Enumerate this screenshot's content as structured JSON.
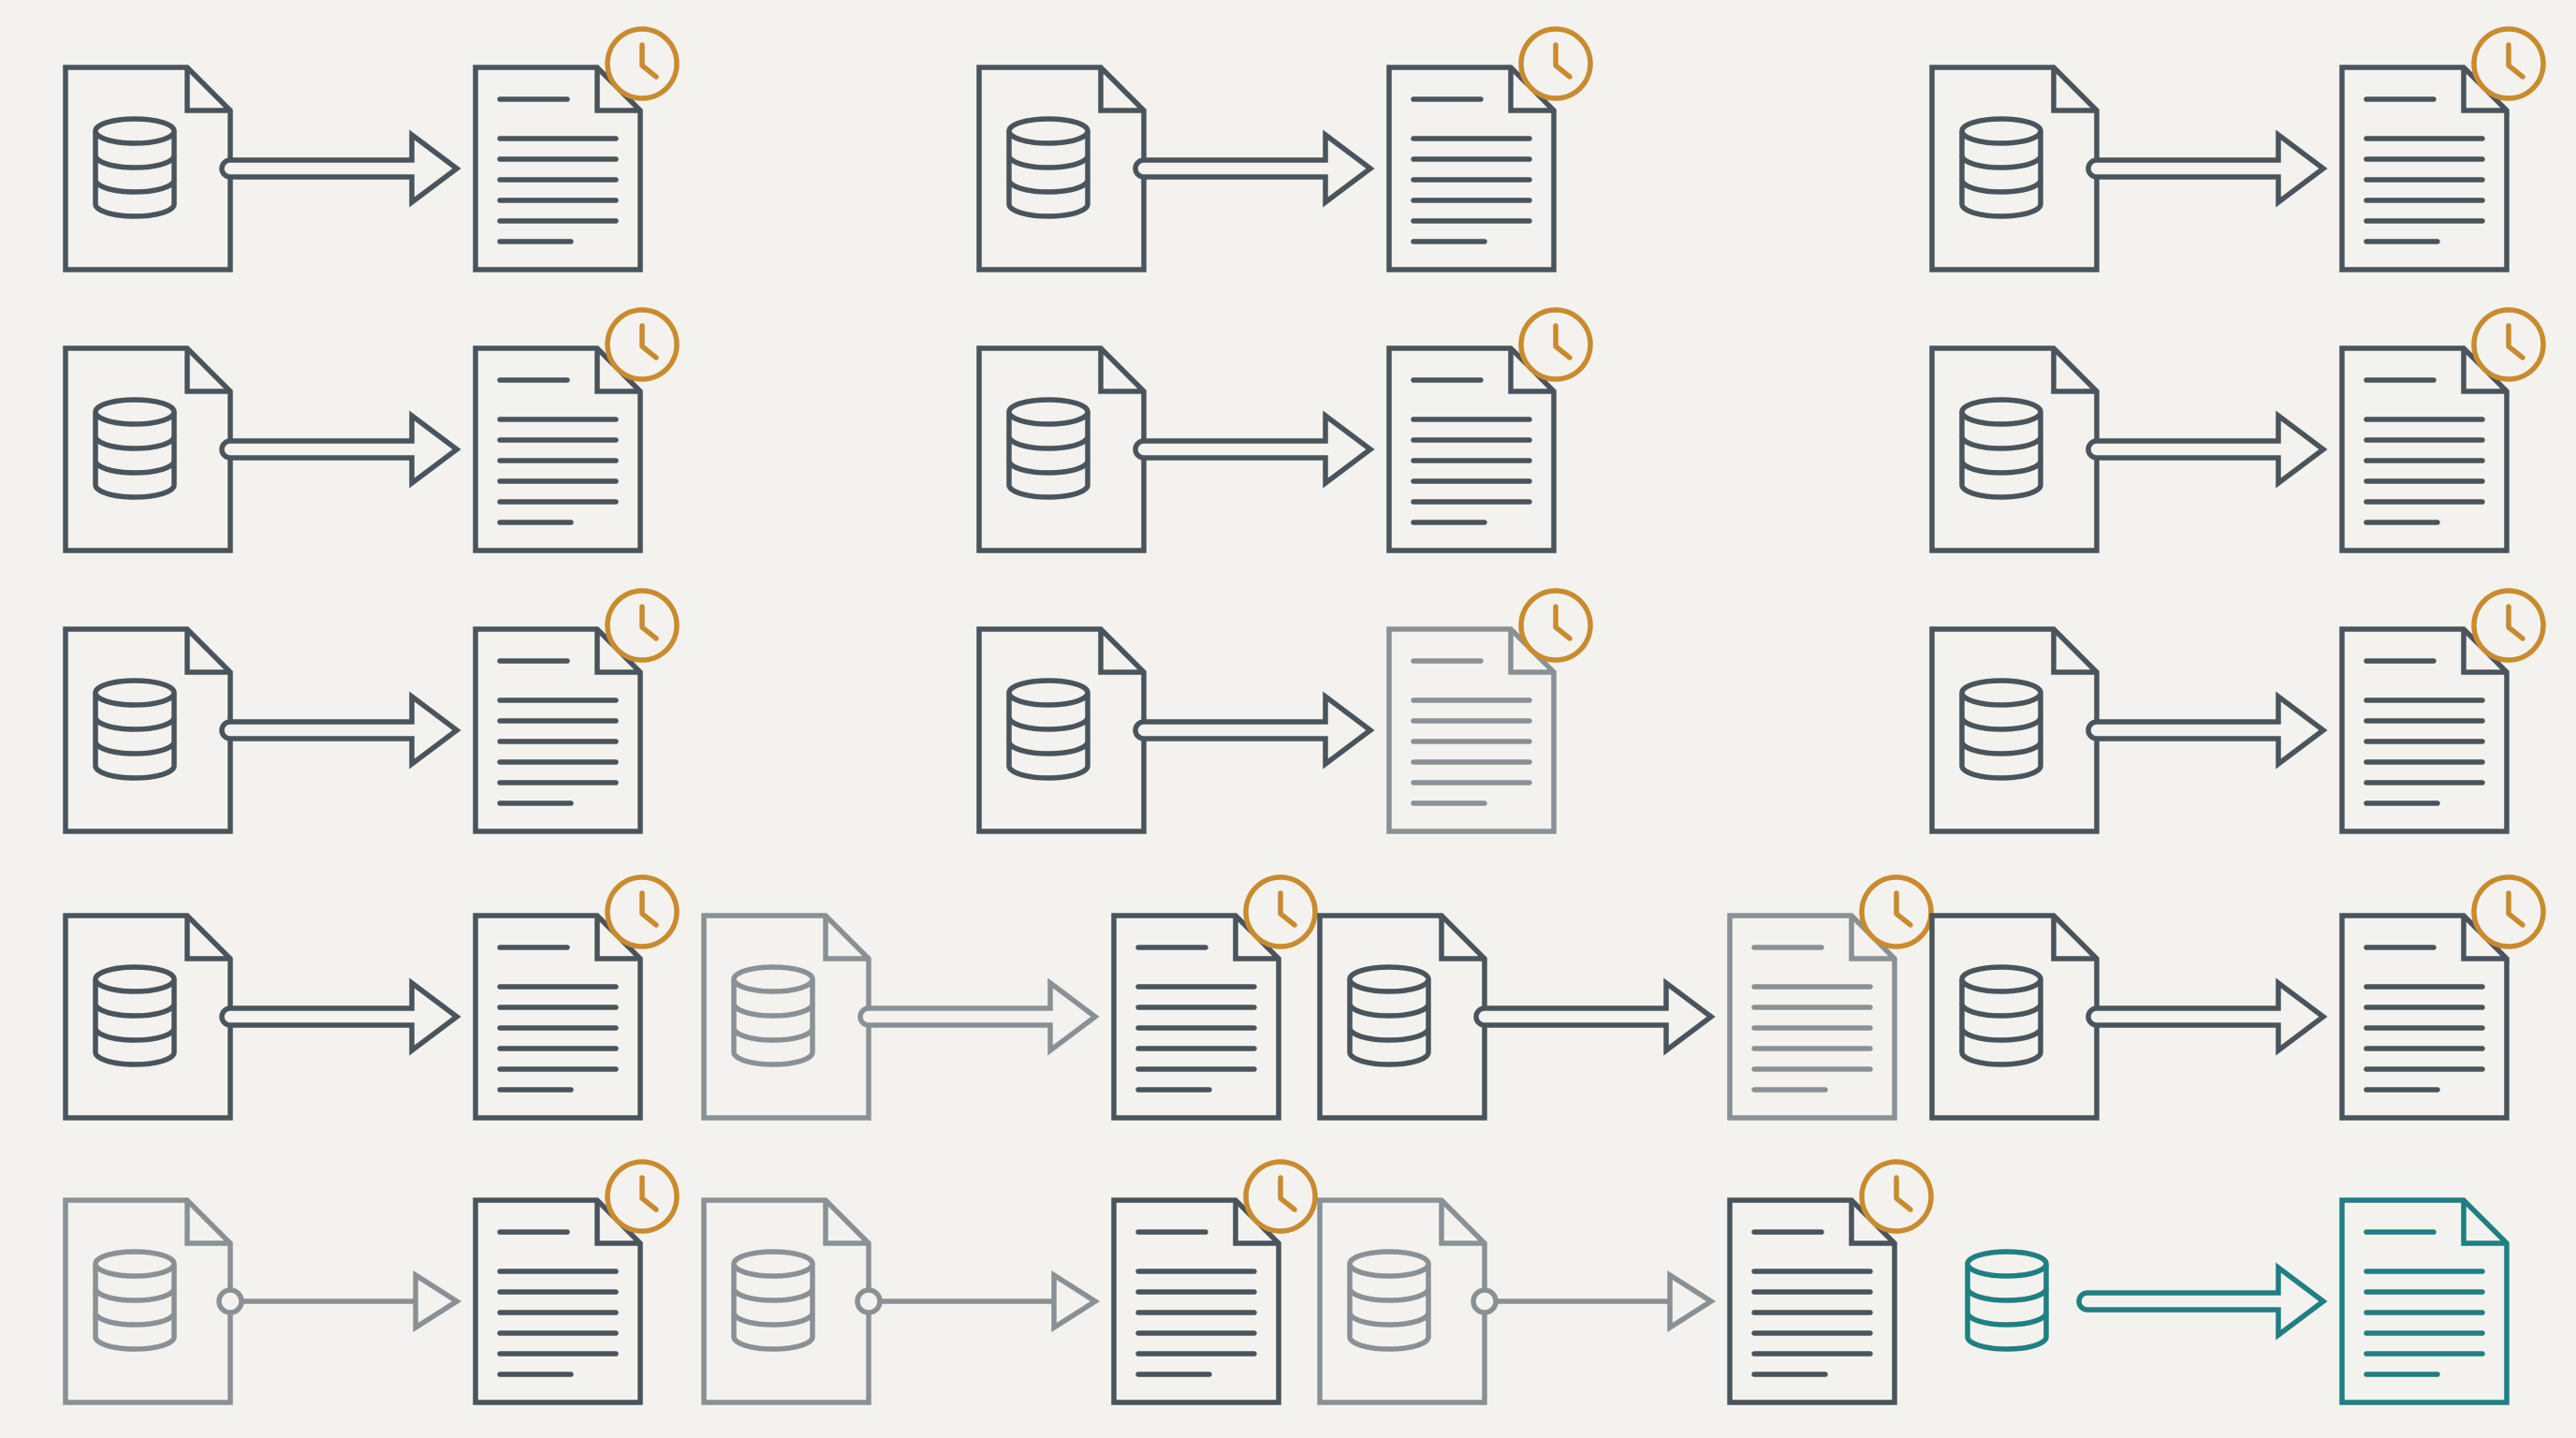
{
  "colors": {
    "background": "#f3f2ee",
    "stroke_default": "#4a545c",
    "stroke_faded": "#8a9196",
    "stroke_highlight": "#1f7f82",
    "clock": "#c98b2e"
  },
  "icons": {
    "source": "database-file-icon",
    "connector": "arrow-icon",
    "target": "document-icon",
    "badge": "clock-icon"
  },
  "rows": [
    {
      "items": [
        {
          "style": "default",
          "arrow": "thick",
          "clock": true
        },
        {
          "style": "default",
          "arrow": "thick",
          "clock": true
        },
        {
          "style": "default",
          "arrow": "thick",
          "clock": true
        }
      ]
    },
    {
      "items": [
        {
          "style": "default",
          "arrow": "thick",
          "clock": true
        },
        {
          "style": "default",
          "arrow": "thick",
          "clock": true
        },
        {
          "style": "default",
          "arrow": "thick",
          "clock": true
        }
      ]
    },
    {
      "items": [
        {
          "style": "default",
          "arrow": "thick",
          "clock": true
        },
        {
          "style": "mixed",
          "arrow": "thick",
          "clock": true
        },
        {
          "style": "default",
          "arrow": "thick",
          "clock": true
        }
      ]
    },
    {
      "items": [
        {
          "style": "default",
          "arrow": "thick",
          "clock": true
        },
        {
          "style": "faded",
          "arrow": "thick",
          "clock": true
        },
        {
          "style": "mixed",
          "arrow": "thick",
          "clock": true
        },
        {
          "style": "default",
          "arrow": "thick",
          "clock": true
        }
      ]
    },
    {
      "items": [
        {
          "style": "faded",
          "arrow": "thin",
          "clock": true
        },
        {
          "style": "faded",
          "arrow": "thin",
          "clock": true
        },
        {
          "style": "faded",
          "arrow": "thin",
          "clock": true
        },
        {
          "style": "highlight",
          "arrow": "thick",
          "clock": false,
          "no_source_page": true
        }
      ]
    }
  ]
}
